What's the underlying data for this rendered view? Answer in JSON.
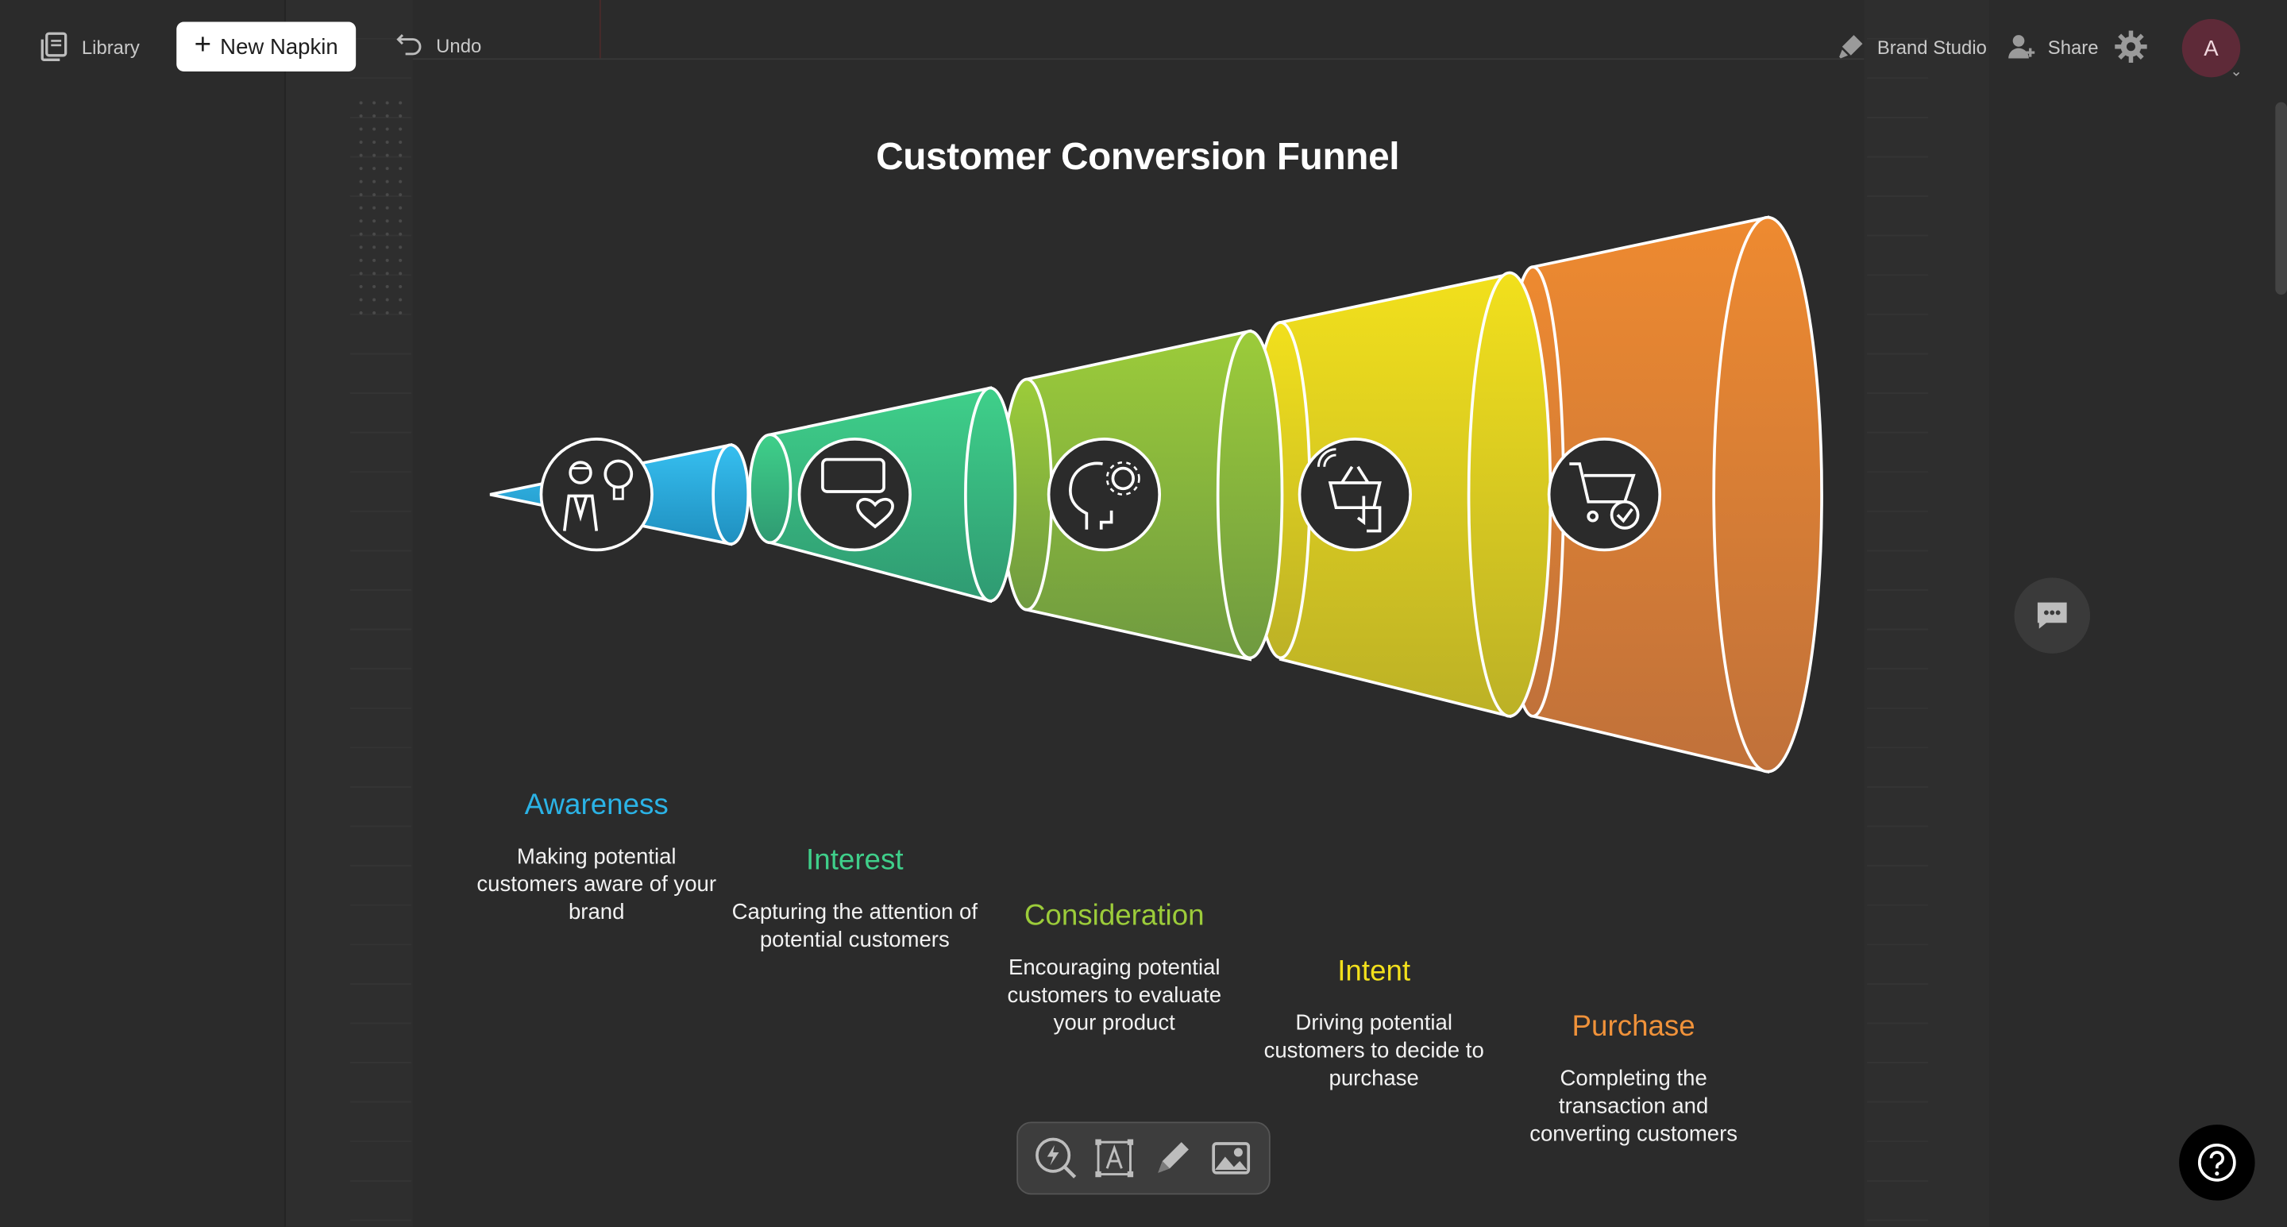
{
  "topbar": {
    "library_label": "Library",
    "new_napkin_label": "New Napkin",
    "undo_label": "Undo",
    "brand_studio_label": "Brand Studio",
    "share_label": "Share",
    "avatar_initial": "A"
  },
  "diagram": {
    "title": "Customer Conversion Funnel",
    "stages": [
      {
        "name": "Awareness",
        "description": "Making potential customers aware of your brand",
        "color": "#2bb3e6",
        "icon": "person-idea-icon"
      },
      {
        "name": "Interest",
        "description": "Capturing the attention of potential customers",
        "color": "#3fcf8a",
        "icon": "message-heart-icon"
      },
      {
        "name": "Consideration",
        "description": "Encouraging potential customers to evaluate your product",
        "color": "#9ccc3a",
        "icon": "head-gear-icon"
      },
      {
        "name": "Intent",
        "description": "Driving potential customers to decide to purchase",
        "color": "#f2e01c",
        "icon": "basket-tap-icon"
      },
      {
        "name": "Purchase",
        "description": "Completing the transaction and converting customers",
        "color": "#f0923a",
        "icon": "cart-check-icon"
      }
    ]
  },
  "toolbar": {
    "tools": [
      "spark-search-icon",
      "text-box-icon",
      "pen-icon",
      "image-icon"
    ]
  },
  "colors": {
    "background": "#2b2b2b",
    "awareness": "#2bb3e6",
    "interest": "#3fcf8a",
    "consideration": "#9ccc3a",
    "intent": "#f2e01c",
    "purchase": "#f0923a"
  }
}
